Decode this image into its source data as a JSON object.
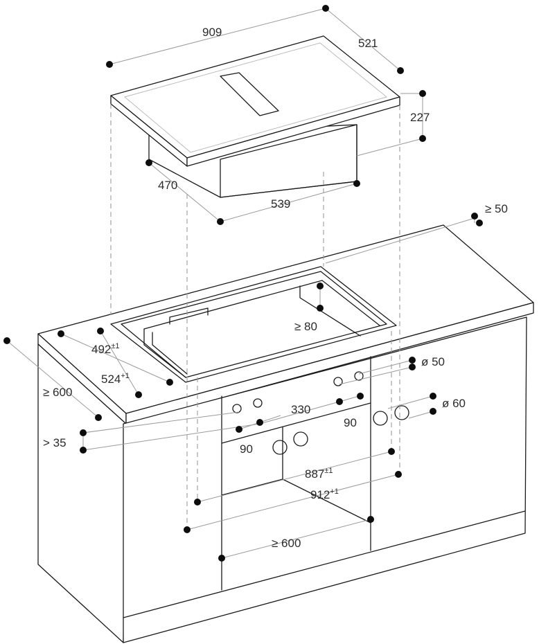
{
  "dimensions": {
    "hob_width": "909",
    "hob_depth": "521",
    "hob_height": "227",
    "cutout_depth_box": "470",
    "cutout_width_box": "539",
    "wall_distance": "≥ 50",
    "rear_clearance": "≥ 80",
    "cutout_depth": "492",
    "cutout_depth_tol": "±1",
    "cutout_depth_outer": "524",
    "cutout_depth_outer_tol": "+1",
    "worktop_depth": "≥ 600",
    "front_edge": "> 35",
    "hole_diameter_small": "ø 50",
    "hole_diameter_large": "ø 60",
    "hole_spacing": "330",
    "knob_spacing_left": "90",
    "knob_spacing_right": "90",
    "cutout_width": "887",
    "cutout_width_tol": "±1",
    "cutout_width_outer": "912",
    "cutout_width_outer_tol": "+1",
    "cabinet_width": "≥ 600"
  }
}
